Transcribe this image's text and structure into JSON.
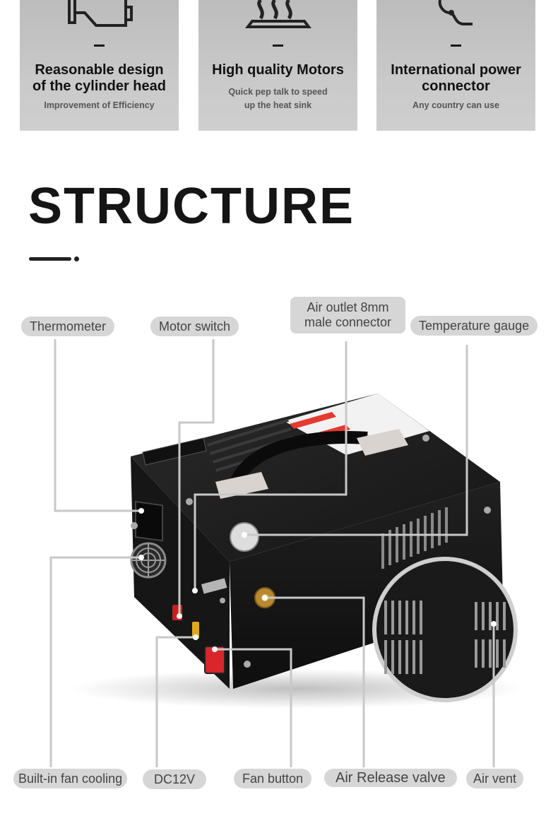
{
  "features": [
    {
      "icon": "cylinder-head-icon",
      "title": [
        "Reasonable design",
        "of the cylinder head"
      ],
      "subtitle": [
        "Improvement of Efficiency"
      ]
    },
    {
      "icon": "motor-heat-icon",
      "title": [
        "High quality Motors"
      ],
      "subtitle": [
        "Quick pep talk to speed",
        "up the heat sink"
      ]
    },
    {
      "icon": "power-connector-icon",
      "title": [
        "International power",
        "connector"
      ],
      "subtitle": [
        "Any country can use"
      ]
    }
  ],
  "structure": {
    "heading": "STRUCTURE",
    "labels": {
      "thermometer": "Thermometer",
      "motor_switch": "Motor switch",
      "air_outlet": [
        "Air outlet 8mm",
        "male connector"
      ],
      "temperature_gauge": "Temperature gauge",
      "fan_cooling": "Built-in fan cooling",
      "dc12v": "DC12V",
      "fan_button": "Fan button",
      "air_release": "Air Release valve",
      "air_vent": "Air vent"
    }
  },
  "colors": {
    "card_bg": "#c6c6c6",
    "label_bg": "#d6d6d6",
    "device_body": "#1c1c1c",
    "switch_red": "#d8262b",
    "leader_line": "#c8c8c8"
  }
}
